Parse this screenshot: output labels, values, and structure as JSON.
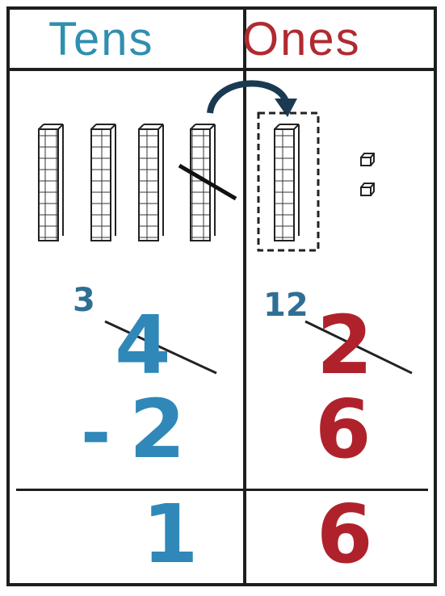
{
  "headers": {
    "tens": "Tens",
    "ones": "Ones"
  },
  "blocks": {
    "tens_rods": 4,
    "ones_rods": 1,
    "ones_cubes": 2
  },
  "problem": {
    "borrowed_tens": "3",
    "borrowed_ones": "12",
    "top_tens": "4",
    "top_ones": "2",
    "operator": "-",
    "bottom_tens": "2",
    "bottom_ones": "6",
    "result_tens": "1",
    "result_ones": "6"
  },
  "colors": {
    "tens": "#2f88b8",
    "ones": "#b0222b",
    "lines": "#1e1e1e"
  }
}
